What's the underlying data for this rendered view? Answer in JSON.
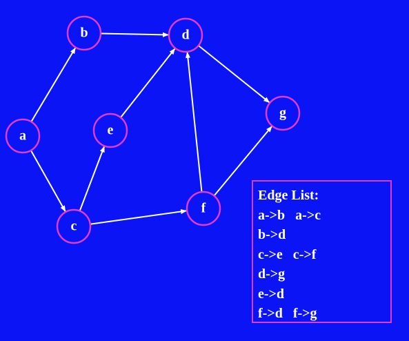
{
  "colors": {
    "background": "#0a14f5",
    "node_stroke": "#e13cc8",
    "edge": "#ffffff",
    "text": "#ffffff"
  },
  "nodes": [
    {
      "id": "a",
      "label": "a"
    },
    {
      "id": "b",
      "label": "b"
    },
    {
      "id": "c",
      "label": "c"
    },
    {
      "id": "d",
      "label": "d"
    },
    {
      "id": "e",
      "label": "e"
    },
    {
      "id": "f",
      "label": "f"
    },
    {
      "id": "g",
      "label": "g"
    }
  ],
  "edges": [
    {
      "from": "a",
      "to": "b"
    },
    {
      "from": "a",
      "to": "c"
    },
    {
      "from": "b",
      "to": "d"
    },
    {
      "from": "c",
      "to": "e"
    },
    {
      "from": "c",
      "to": "f"
    },
    {
      "from": "d",
      "to": "g"
    },
    {
      "from": "e",
      "to": "d"
    },
    {
      "from": "f",
      "to": "d"
    },
    {
      "from": "f",
      "to": "g"
    }
  ],
  "edge_list": {
    "title": "Edge List:",
    "lines": [
      "a->b   a->c",
      "b->d",
      "c->e   c->f",
      "d->g",
      "e->d",
      "f->d   f->g"
    ]
  }
}
